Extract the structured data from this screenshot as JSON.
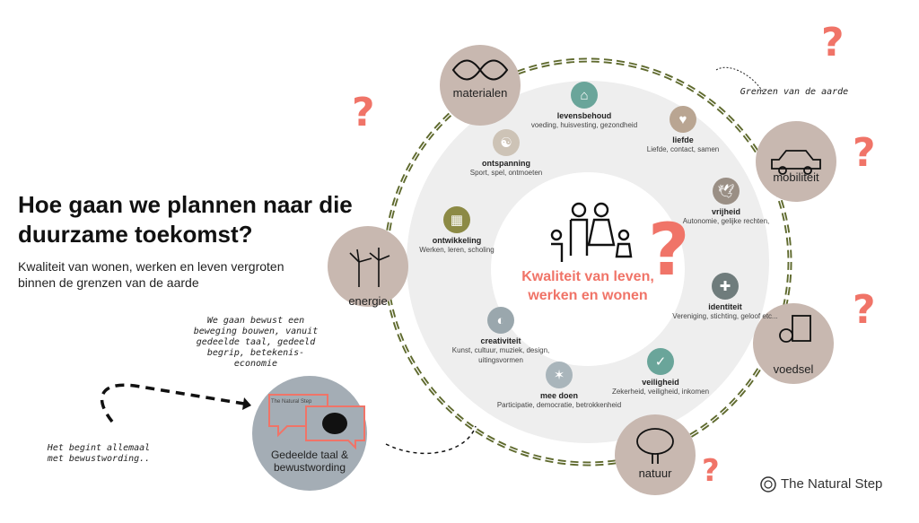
{
  "title": "Hoe gaan we plannen naar die duurzame toekomst?",
  "subtitle": "Kwaliteit van wonen, werken en leven vergroten binnen de grenzen van de aarde",
  "center_label": "Kwaliteit van leven, werken en wonen",
  "boundary_note": "Grenzen van de aarde",
  "movement_note": "We gaan bewust een beweging bouwen, vanuit gedeelde taal, gedeeld begrip, betekenis-economie",
  "start_note": "Het begint allemaal met bewustwording..",
  "shared_language": {
    "label": "Gedeelde taal & bewustwording",
    "logo": "The Natural Step"
  },
  "outer_circles": [
    {
      "label": "materialen",
      "icon": "infinity-icon"
    },
    {
      "label": "mobiliteit",
      "icon": "electric-car-icon"
    },
    {
      "label": "voedsel",
      "icon": "apple-bag-icon"
    },
    {
      "label": "natuur",
      "icon": "tree-icon"
    },
    {
      "label": "energie",
      "icon": "wind-turbine-icon"
    }
  ],
  "needs": [
    {
      "title": "levensbehoud",
      "desc": "voeding, huisvesting, gezondheid",
      "color": "#6aa59a"
    },
    {
      "title": "liefde",
      "desc": "Liefde, contact, samen",
      "color": "#b9a592"
    },
    {
      "title": "ontspanning",
      "desc": "Sport, spel, ontmoeten",
      "color": "#cdc3b6"
    },
    {
      "title": "vrijheid",
      "desc": "Autonomie, gelijke rechten,",
      "color": "#9a8f85"
    },
    {
      "title": "ontwikkeling",
      "desc": "Werken, leren, scholing",
      "color": "#8c8a45"
    },
    {
      "title": "identiteit",
      "desc": "Vereniging, stichting, geloof etc...",
      "color": "#6f7c7c"
    },
    {
      "title": "creativiteit",
      "desc": "Kunst, cultuur, muziek, design, uitingsvormen",
      "color": "#9aa7ad"
    },
    {
      "title": "mee doen",
      "desc": "Participatie, democratie, betrokkenheid",
      "color": "#a9b5bb"
    },
    {
      "title": "veiligheid",
      "desc": "Zekerheid, veiligheid, inkomen",
      "color": "#6aa59a"
    }
  ],
  "brand": "The Natural Step",
  "question_mark": "?",
  "colors": {
    "accent": "#f07468",
    "ring": "#5f6a2e",
    "outer": "#c8b8b0",
    "inner": "#eeeeee",
    "shared": "#a4adb5"
  }
}
